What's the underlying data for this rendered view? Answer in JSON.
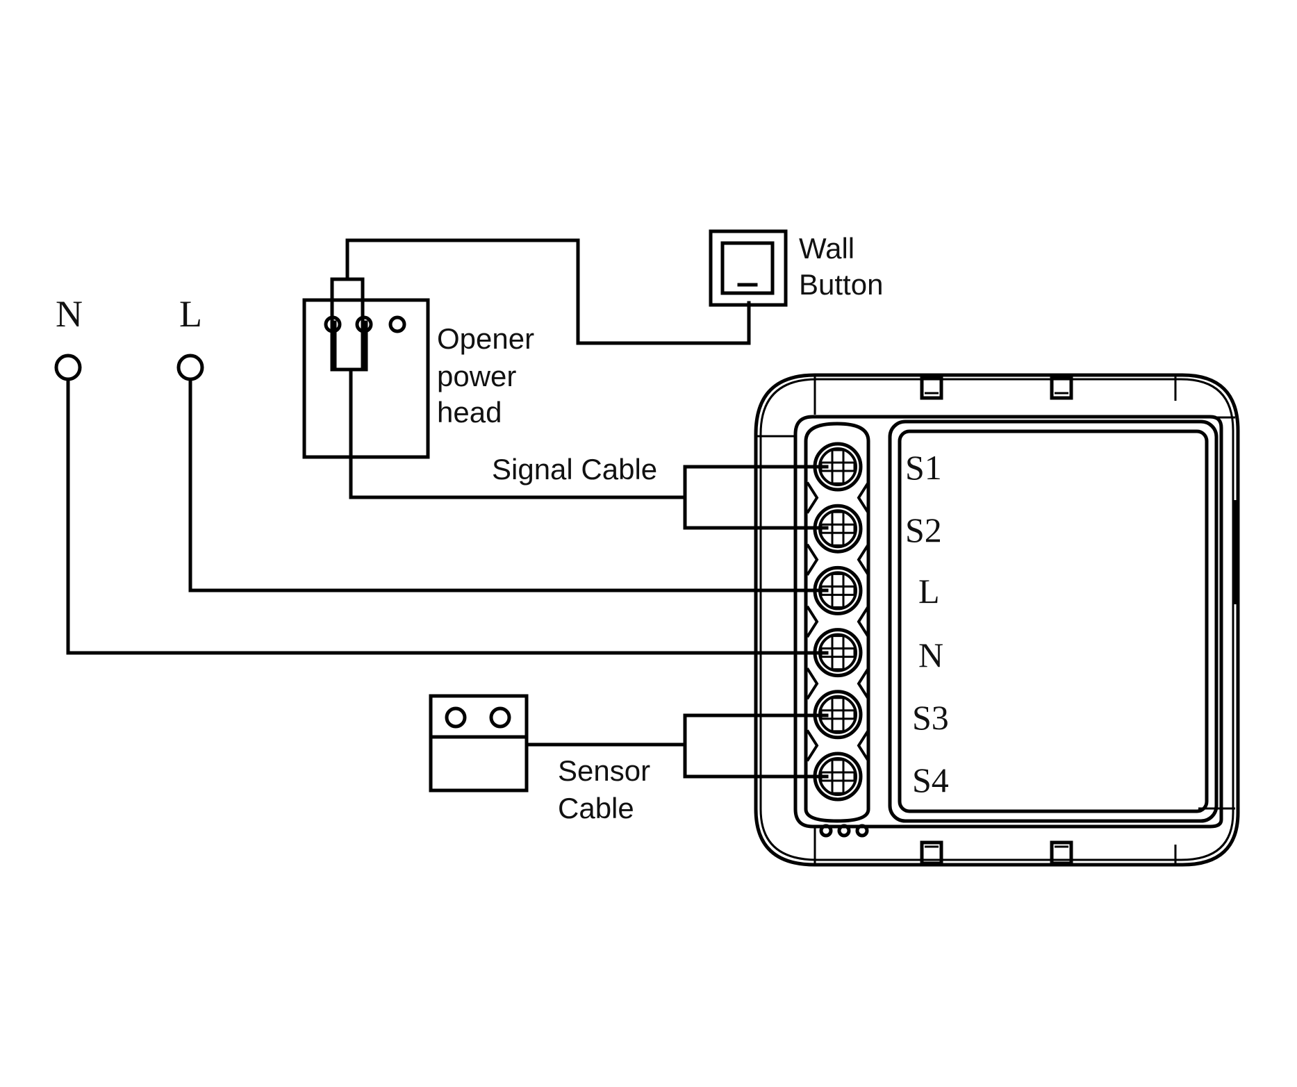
{
  "title": "Garage door opener relay wiring diagram",
  "power_supply": {
    "neutral_label": "N",
    "live_label": "L"
  },
  "opener": {
    "label_lines": [
      "Opener",
      "power",
      "head"
    ]
  },
  "wall_button": {
    "label_lines": [
      "Wall",
      "Button"
    ]
  },
  "signal_cable": {
    "label": "Signal Cable"
  },
  "sensor_cable": {
    "label_lines": [
      "Sensor",
      "Cable"
    ]
  },
  "module": {
    "terminals": [
      {
        "id": "S1",
        "label": "S1",
        "connects_to": "Signal Cable"
      },
      {
        "id": "S2",
        "label": "S2",
        "connects_to": "Signal Cable"
      },
      {
        "id": "L",
        "label": "L",
        "connects_to": "L"
      },
      {
        "id": "N",
        "label": "N",
        "connects_to": "N"
      },
      {
        "id": "S3",
        "label": "S3",
        "connects_to": "Sensor Cable"
      },
      {
        "id": "S4",
        "label": "S4",
        "connects_to": "Sensor Cable"
      }
    ]
  },
  "colors": {
    "line": "#000000",
    "background": "#ffffff"
  }
}
